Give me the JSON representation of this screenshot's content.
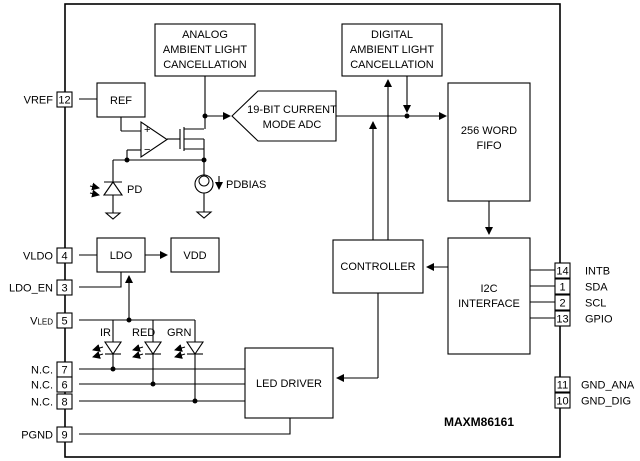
{
  "chip": {
    "name": "MAXM86161"
  },
  "blocks": {
    "analog_alc": [
      "ANALOG",
      "AMBIENT LIGHT",
      "CANCELLATION"
    ],
    "digital_alc": [
      "DIGITAL",
      "AMBIENT LIGHT",
      "CANCELLATION"
    ],
    "ref": "REF",
    "adc": [
      "19-BIT CURRENT",
      "MODE ADC"
    ],
    "fifo": [
      "256 WORD",
      "FIFO"
    ],
    "ldo": "LDO",
    "vdd": "VDD",
    "controller": "CONTROLLER",
    "i2c": [
      "I2C",
      "INTERFACE"
    ],
    "led_driver": "LED DRIVER"
  },
  "components": {
    "pd": "PD",
    "pdbias": "PDBIAS",
    "opamp_plus": "+",
    "opamp_minus": "−",
    "led_ir": "IR",
    "led_red": "RED",
    "led_grn": "GRN"
  },
  "pins_left": [
    {
      "num": "12",
      "name": "VREF"
    },
    {
      "num": "4",
      "name": "VLDO"
    },
    {
      "num": "3",
      "name": "LDO_EN"
    },
    {
      "num": "5",
      "name": "V",
      "sub": "LED"
    },
    {
      "num": "7",
      "name": "N.C."
    },
    {
      "num": "6",
      "name": "N.C."
    },
    {
      "num": "8",
      "name": "N.C."
    },
    {
      "num": "9",
      "name": "PGND"
    }
  ],
  "pins_right": [
    {
      "num": "14",
      "name": "INTB"
    },
    {
      "num": "1",
      "name": "SDA"
    },
    {
      "num": "2",
      "name": "SCL"
    },
    {
      "num": "13",
      "name": "GPIO"
    },
    {
      "num": "11",
      "name": "GND_ANA"
    },
    {
      "num": "10",
      "name": "GND_DIG"
    }
  ]
}
